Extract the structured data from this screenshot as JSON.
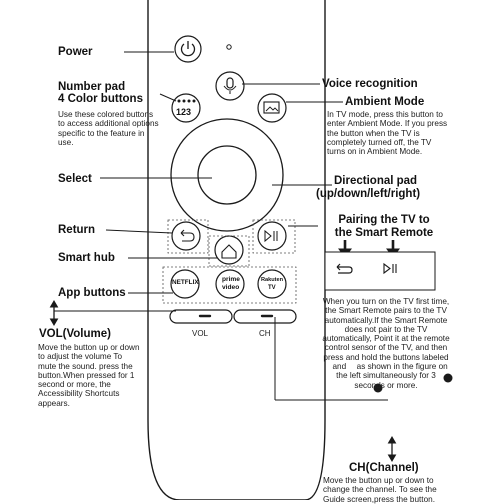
{
  "labels": {
    "power": "Power",
    "number_pad_line1": "Number pad",
    "number_pad_line2": "4 Color buttons",
    "number_pad_desc": "Use these colored buttons to access additional options specific to the feature in use.",
    "voice": "Voice recognition",
    "ambient": "Ambient Mode",
    "ambient_desc": "In TV mode, press this button to enter Ambient Mode. If you press the button when the TV is completely turned off, the TV turns on in Ambient Mode.",
    "select": "Select",
    "dpad_line1": "Directional pad",
    "dpad_line2": "(up/down/left/right)",
    "return": "Return",
    "pairing_line1": "Pairing the TV to",
    "pairing_line2": "the Smart Remote",
    "smart_hub": "Smart hub",
    "app_buttons": "App buttons",
    "pairing_desc": "When you turn on the TV first time, the Smart Remote pairs to the TV automatically.If the Smart Remote does not pair to the TV automatically, Point it at the remote control sensor of the TV, and then press and hold the buttons labeled",
    "pairing_desc_and": "and",
    "pairing_desc_end": "as shown in the figure on the left simultaneously for 3 seconds or more.",
    "vol": "VOL(Volume)",
    "vol_desc": "Move the button up or down to adjust the volume To mute the sound. press the button.When pressed for 1 second or more, the Accessibility Shortcuts appears.",
    "ch": "CH(Channel)",
    "ch_desc": "Move the button up or down to change the channel. To see the Guide screen,press the button."
  },
  "remote": {
    "number_key": "123",
    "app_netflix": "NETFLIX",
    "app_prime_line1": "prime",
    "app_prime_line2": "video",
    "app_rakuten_line1": "Rakuten",
    "app_rakuten_line2": "TV",
    "vol_label": "VOL",
    "ch_label": "CH"
  },
  "colors": {
    "stroke": "#1a1a1a",
    "ink": "#111111",
    "panel": "#ffffff"
  }
}
